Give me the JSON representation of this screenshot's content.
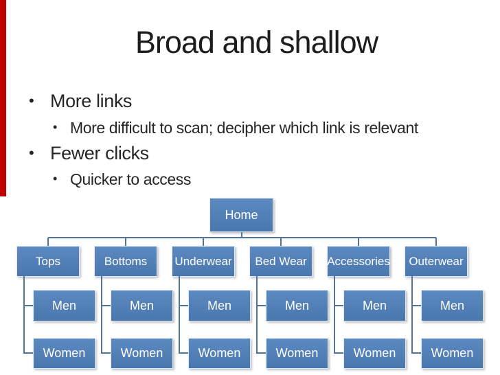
{
  "slide": {
    "title": "Broad and shallow",
    "bullet_char": "•",
    "bullets": [
      {
        "level": 1,
        "text": "More links"
      },
      {
        "level": 2,
        "text": "More difficult to scan; decipher which link is relevant"
      },
      {
        "level": 1,
        "text": "Fewer clicks"
      },
      {
        "level": 2,
        "text": "Quicker to access"
      }
    ]
  },
  "diagram": {
    "root": "Home",
    "categories": [
      {
        "label": "Tops",
        "children": [
          "Men",
          "Women"
        ]
      },
      {
        "label": "Bottoms",
        "children": [
          "Men",
          "Women"
        ]
      },
      {
        "label": "Underwear",
        "children": [
          "Men",
          "Women"
        ]
      },
      {
        "label": "Bed Wear",
        "children": [
          "Men",
          "Women"
        ]
      },
      {
        "label": "Accessories",
        "children": [
          "Men",
          "Women"
        ]
      },
      {
        "label": "Outerwear",
        "children": [
          "Men",
          "Women"
        ]
      }
    ]
  },
  "colors": {
    "red_bar": "#c00000",
    "box_fill_light": "#5d89c1",
    "box_fill_dark": "#4a77ae",
    "box_border": "#e2e9f2",
    "box_text": "#ffffff",
    "connector": "#527499",
    "title_text": "#1d1d1d",
    "body_text": "#262626",
    "background": "#ffffff"
  }
}
